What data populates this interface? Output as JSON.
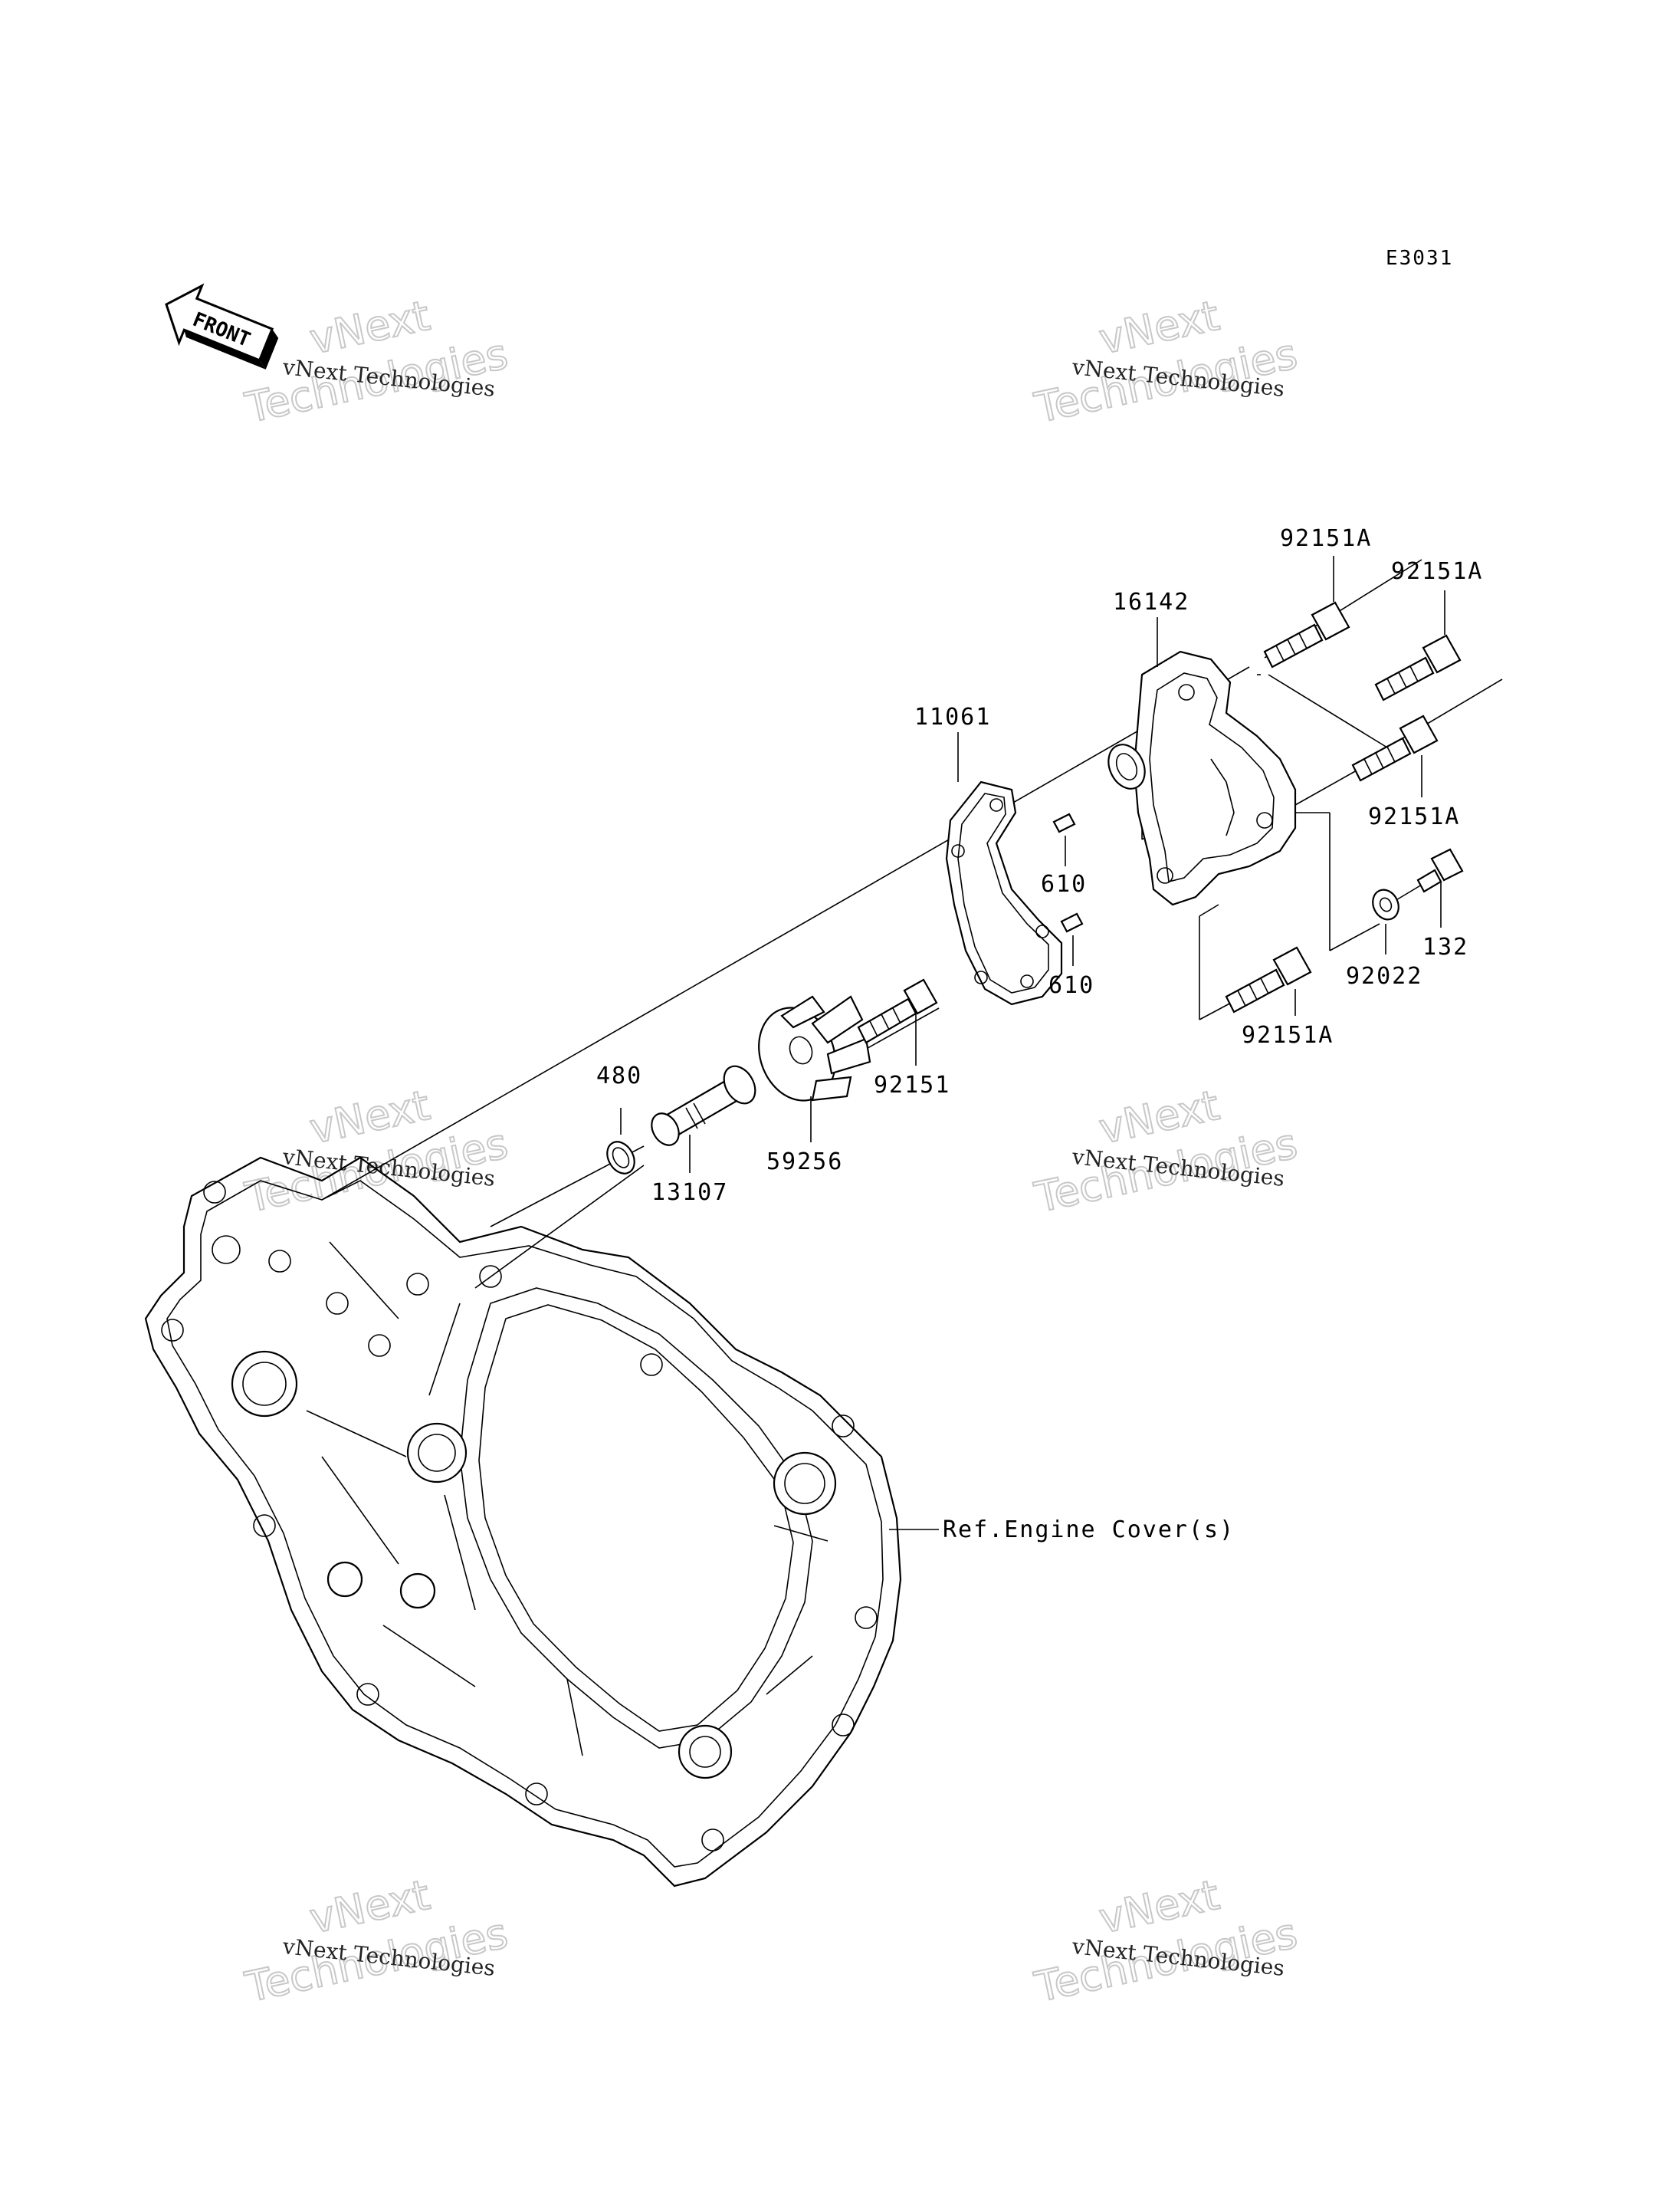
{
  "diagram_code": "E3031",
  "front_label": "FRONT",
  "labels": {
    "p92151A_1": "92151A",
    "p92151A_2": "92151A",
    "p92151A_3": "92151A",
    "p92151A_4": "92151A",
    "p16142": "16142",
    "p11061": "11061",
    "p610_1": "610",
    "p610_2": "610",
    "p92022": "92022",
    "p132": "132",
    "p92151": "92151",
    "p480": "480",
    "p13107": "13107",
    "p59256": "59256",
    "ref_engine_cover": "Ref.Engine Cover(s)"
  },
  "watermark": {
    "line1": "vNext Technologies",
    "big1": "vNext",
    "big2": "Technologies"
  }
}
